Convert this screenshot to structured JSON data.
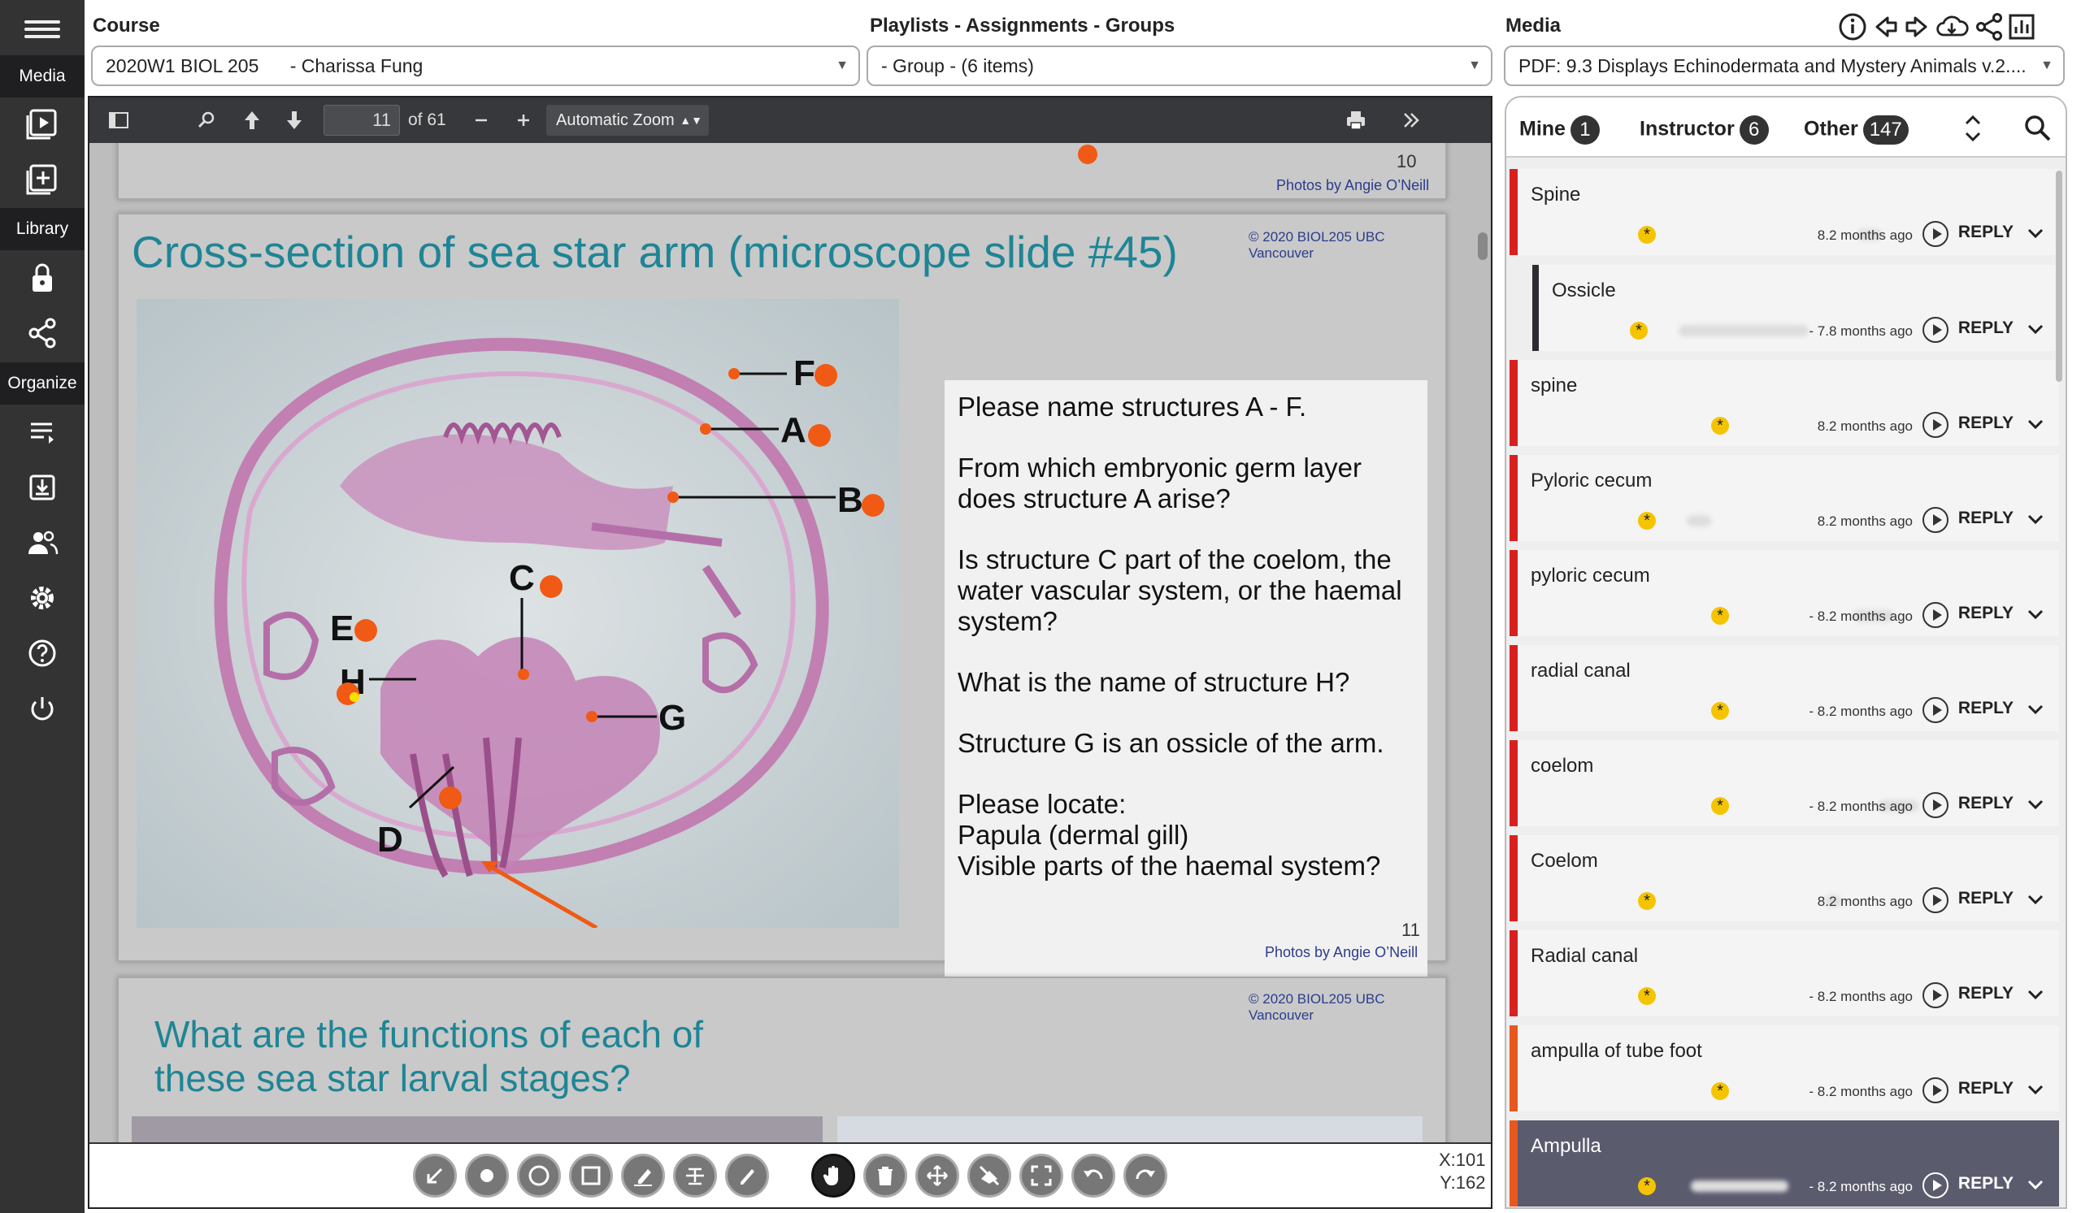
{
  "sidebar": {
    "labels": [
      "Media",
      "Library",
      "Organize"
    ],
    "icons": [
      "menu-icon",
      "media-play-icon",
      "add-media-icon",
      "lock-icon",
      "share-icon",
      "list-icon",
      "download-icon",
      "users-icon",
      "settings-icon",
      "help-icon",
      "power-icon"
    ]
  },
  "header": {
    "course_label": "Course",
    "course_value": "2020W1 BIOL 205      - Charissa Fung",
    "playlists_label": "Playlists - Assignments - Groups",
    "group_value": "- Group - (6 items)",
    "media_label": "Media",
    "media_value": "PDF: 9.3 Displays Echinodermata and Mystery Animals v.2...."
  },
  "viewer_toolbar": {
    "page_number": "11",
    "page_total": "of 61",
    "zoom": "Automatic Zoom"
  },
  "document": {
    "prev_slide": {
      "page": "10",
      "photos": "Photos by Angie O’Neill"
    },
    "slide": {
      "copyright": "© 2020 BIOL205 UBC Vancouver",
      "title": "Cross-section of sea star arm (microscope slide #45)",
      "labels": [
        "F",
        "A",
        "B",
        "C",
        "E",
        "H",
        "G",
        "D"
      ],
      "questions": [
        "Please name structures A - F.",
        "From which embryonic germ layer does structure A arise?",
        "Is structure C part of the coelom, the water vascular system, or the haemal system?",
        "What is the name of structure H?",
        "Structure G is an ossicle of the arm.",
        "Please locate:",
        "Papula (dermal gill)",
        "Visible parts of the haemal system?"
      ],
      "page": "11",
      "photos": "Photos by Angie O’Neill"
    },
    "next_slide": {
      "copyright": "© 2020 BIOL205 UBC Vancouver",
      "title_line1": "What are the functions of each of",
      "title_line2": "these sea star larval stages?"
    }
  },
  "coords": {
    "x": "X:101",
    "y": "Y:162"
  },
  "panel": {
    "tabs": [
      {
        "label": "Mine",
        "count": "1"
      },
      {
        "label": "Instructor",
        "count": "6"
      },
      {
        "label": "Other",
        "count": "147"
      }
    ],
    "reply_label": "REPLY",
    "comments": [
      {
        "title": "Spine",
        "ago": "8.2 months ago"
      },
      {
        "title": "Ossicle",
        "ago": "- 7.8 months ago"
      },
      {
        "title": "spine",
        "ago": "8.2 months ago"
      },
      {
        "title": "Pyloric cecum",
        "ago": "8.2 months ago"
      },
      {
        "title": "pyloric cecum",
        "ago": "- 8.2 months ago"
      },
      {
        "title": "radial canal",
        "ago": "- 8.2 months ago"
      },
      {
        "title": "coelom",
        "ago": "- 8.2 months ago"
      },
      {
        "title": "Coelom",
        "ago": "8.2 months ago"
      },
      {
        "title": "Radial canal",
        "ago": "- 8.2 months ago"
      },
      {
        "title": "ampulla of tube foot",
        "ago": "- 8.2 months ago"
      },
      {
        "title": "Ampulla",
        "ago": "- 8.2 months ago"
      }
    ]
  },
  "colors": {
    "accent_red": "#d92020",
    "title_teal": "#1e8595",
    "marker_orange": "#f05a14"
  }
}
